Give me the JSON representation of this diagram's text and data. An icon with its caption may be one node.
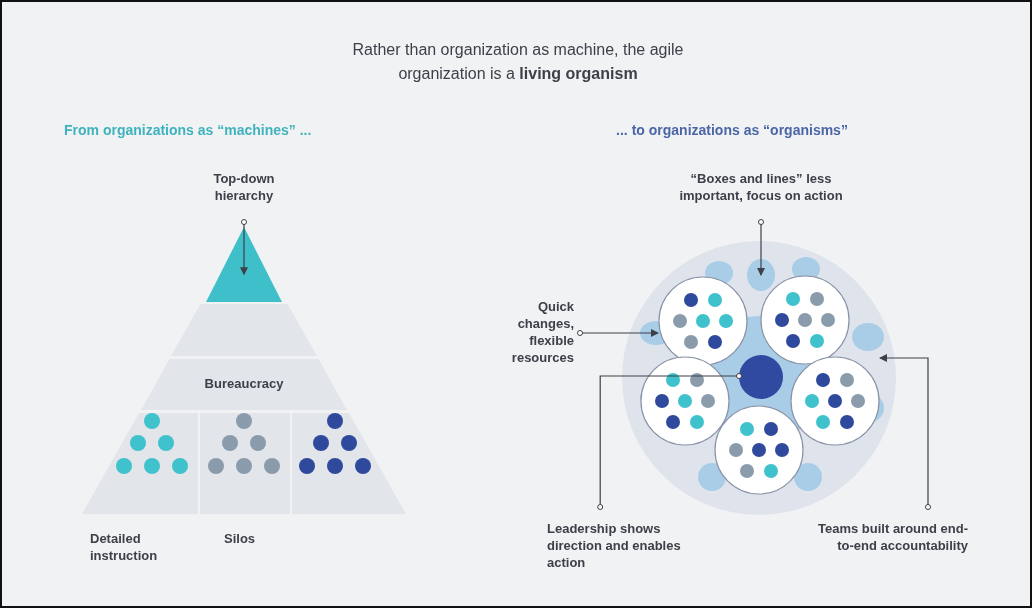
{
  "diagram": {
    "title": "Rather than organization as machine, the agile organization is a **living organism**",
    "nodes": [
      {
        "text": [
          "Top-down hierarchy"
        ]
      },
      {
        "text": [],
        "shape": "triangle"
      },
      {
        "text": [],
        "shape": "band"
      },
      {
        "text": [
          "Bureaucracy"
        ]
      },
      {
        "text": [],
        "shape": "box"
      },
      {
        "text": [],
        "shape": "box"
      },
      {
        "text": [],
        "shape": "box"
      },
      {
        "text": [
          "“Boxes and lines” less important, focus on action"
        ]
      },
      {
        "text": [
          "Quick changes, flexible resources"
        ]
      },
      {
        "text": [],
        "shape": "circle"
      },
      {
        "text": [],
        "shape": "circle",
        "in": 9
      },
      {
        "text": [],
        "shape": "circle",
        "in": 9
      },
      {
        "text": [],
        "shape": "circle",
        "in": 9
      },
      {
        "text": [],
        "shape": "circle",
        "in": 9
      },
      {
        "text": [],
        "shape": "circle",
        "in": 9
      },
      {
        "text": [],
        "shape": "circle",
        "in": 9
      },
      {
        "text": [
          "Leadership shows direction and enables action"
        ]
      },
      {
        "text": [
          "Teams built around end-to-end accountability"
        ]
      }
    ],
    "edges": [
      {
        "from": 0,
        "to": 1,
        "arrow": "to"
      },
      {
        "from": 7,
        "to": 11,
        "arrow": "to"
      },
      {
        "from": 8,
        "to": 10,
        "arrow": "to"
      },
      {
        "from": 16,
        "to": 12,
        "arrow": "other"
      },
      {
        "from": 17,
        "to": 14,
        "arrow": "to"
      }
    ],
    "labels": [
      "From organizations as “machines” ...",
      "... to organizations as “organisms”",
      "Detailed instruction",
      "Silos"
    ]
  }
}
